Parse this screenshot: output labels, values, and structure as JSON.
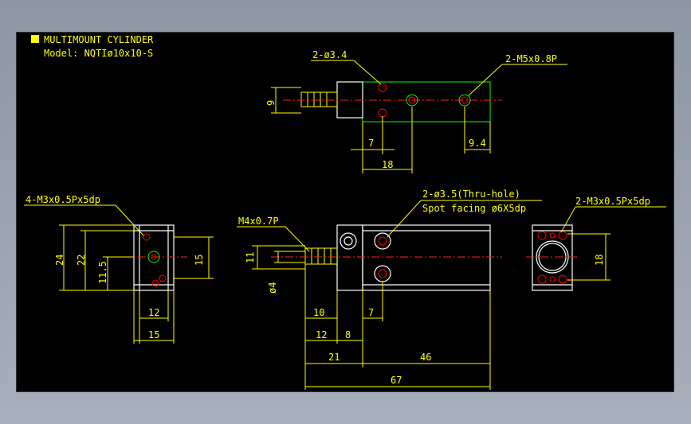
{
  "title": {
    "line1": "MULTIMOUNT CYLINDER",
    "line2": "Model: NQTIø10x10-S",
    "marker_color": "#ffff00"
  },
  "colors": {
    "background": "#000000",
    "dimension": "#ffff00",
    "outline": "#ffffff",
    "center_line": "#ff0000",
    "feature": "#00ff00"
  },
  "top_view": {
    "callout_hole": "2-ø3.4",
    "callout_port": "2-M5x0.8P",
    "dim_height": "9",
    "dim_a": "7",
    "dim_b": "18",
    "dim_c": "9.4"
  },
  "left_view": {
    "callout": "4-M3x0.5Px5dp",
    "dim_24": "24",
    "dim_22": "22",
    "dim_11_5": "11.5",
    "dim_15_side": "15",
    "dim_12": "12",
    "dim_15_bottom": "15"
  },
  "front_view": {
    "callout_thread": "M4x0.7P",
    "callout_hole_1": "2-ø3.5(Thru-hole)",
    "callout_hole_2": "Spot facing ø6X5dp",
    "dim_11": "11",
    "dim_phi4": "ø4",
    "dim_10": "10",
    "dim_7": "7",
    "dim_12": "12",
    "dim_8": "8",
    "dim_21": "21",
    "dim_46": "46",
    "dim_67": "67"
  },
  "right_view": {
    "callout": "2-M3x0.5Px5dp",
    "dim_18": "18"
  }
}
